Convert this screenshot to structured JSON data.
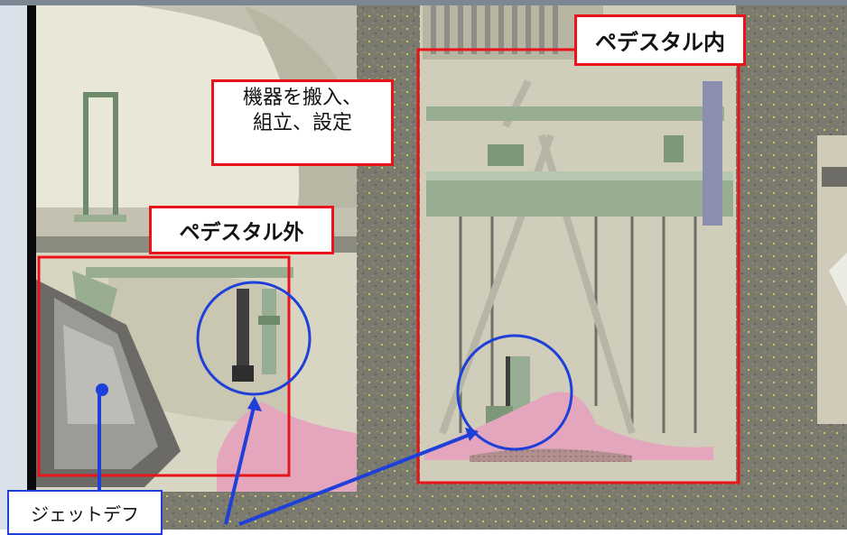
{
  "labels": {
    "pedestal_inside": "ペデスタル内",
    "pedestal_outside": "ペデスタル外",
    "equipment_note_line1": "機器を搬入、",
    "equipment_note_line2": "組立、設定",
    "jet_deflector": "ジェットデフ"
  },
  "colors": {
    "frame_red": "#e8141a",
    "callout_blue": "#1f3fd9",
    "concrete": "#7a7a6e",
    "equipment_green": "#98ad92",
    "deposit_pink": "#e3a6bd"
  }
}
